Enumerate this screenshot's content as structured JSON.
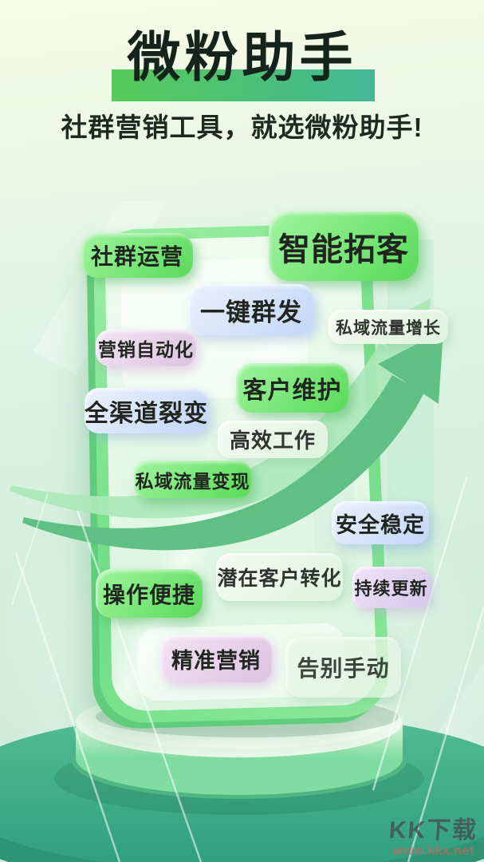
{
  "poster": {
    "title": "微粉助手",
    "subtitle": "社群营销工具，就选微粉助手!",
    "tags": [
      {
        "label": "社群运营"
      },
      {
        "label": "智能拓客"
      },
      {
        "label": "一键群发"
      },
      {
        "label": "私域流量增长"
      },
      {
        "label": "营销自动化"
      },
      {
        "label": "客户维护"
      },
      {
        "label": "全渠道裂变"
      },
      {
        "label": "高效工作"
      },
      {
        "label": "私域流量变现"
      },
      {
        "label": "安全稳定"
      },
      {
        "label": "潜在客户转化"
      },
      {
        "label": "持续更新"
      },
      {
        "label": "操作便捷"
      },
      {
        "label": "精准营销"
      },
      {
        "label": "告别手动"
      }
    ],
    "colors": {
      "title_text": "#14241b",
      "title_bar_left": "#56cb58",
      "title_bar_right": "#43b795",
      "tag_green": "#58da58",
      "tag_blue": "#c3d6f7",
      "tag_pink": "#dcc3e0",
      "tag_lavender": "#d7c6ec",
      "tag_pale": "#def3dd",
      "arrow_front": "#5fc083",
      "arrow_back": "#abe8b8",
      "phone_frame": "#6fdd84",
      "pedestal_teal": "#35a381"
    },
    "watermark": {
      "site_name": "KK下载",
      "site_url": "www.kkx.net"
    }
  }
}
